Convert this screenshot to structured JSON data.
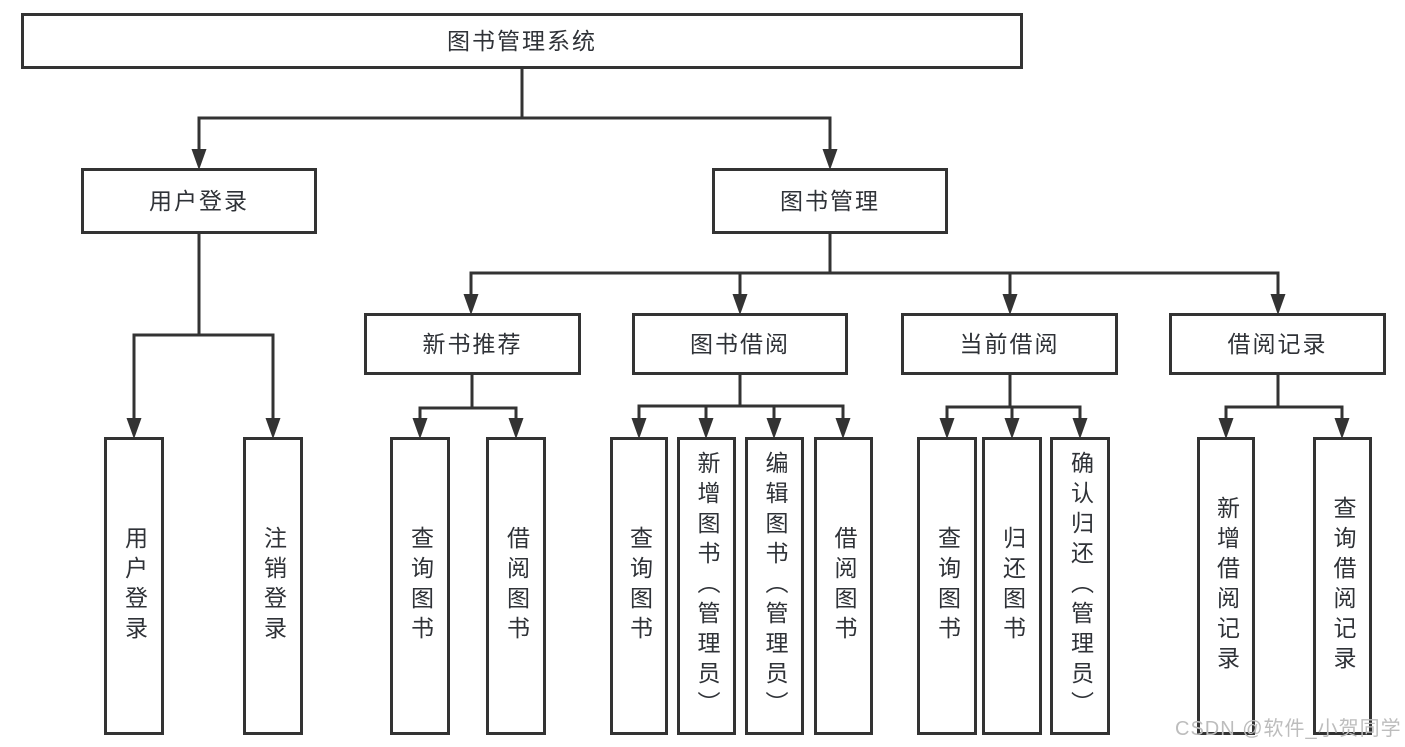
{
  "tree": {
    "root": "图书管理系统",
    "branches": [
      {
        "label": "用户登录",
        "children": [
          "用户登录",
          "注销登录"
        ]
      },
      {
        "label": "图书管理",
        "sections": [
          {
            "label": "新书推荐",
            "children": [
              "查询图书",
              "借阅图书"
            ]
          },
          {
            "label": "图书借阅",
            "children": [
              "查询图书",
              "新增图书（管理员）",
              "编辑图书（管理员）",
              "借阅图书"
            ]
          },
          {
            "label": "当前借阅",
            "children": [
              "查询图书",
              "归还图书",
              "确认归还（管理员）"
            ]
          },
          {
            "label": "借阅记录",
            "children": [
              "新增借阅记录",
              "查询借阅记录"
            ]
          }
        ]
      }
    ]
  },
  "watermark": "CSDN @软件_小贺同学",
  "colors": {
    "line": "#333333",
    "text": "#2f3237",
    "box_background": "#ffffff",
    "watermark": "#bdbdbd",
    "page_background": "#ffffff"
  }
}
